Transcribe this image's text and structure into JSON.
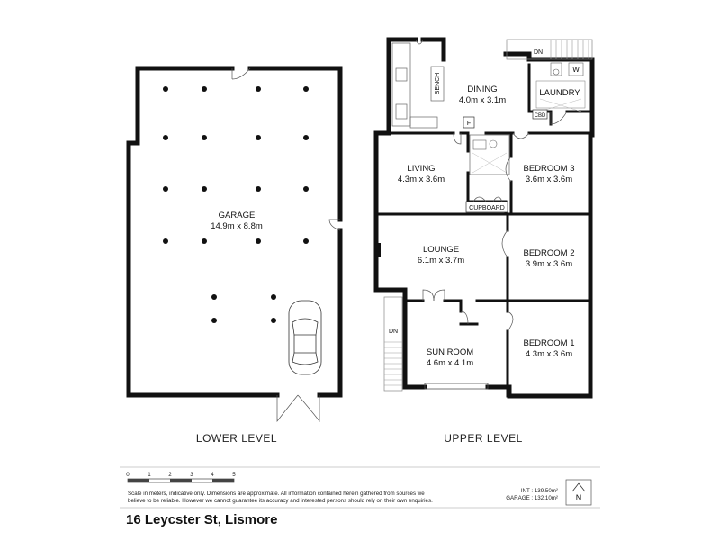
{
  "lower_level": {
    "label": "LOWER LEVEL",
    "garage": {
      "name": "GARAGE",
      "size": "14.9m x 8.8m"
    }
  },
  "upper_level": {
    "label": "UPPER LEVEL",
    "rooms": {
      "dining": {
        "name": "DINING",
        "size": "4.0m x 3.1m"
      },
      "laundry": {
        "name": "LAUNDRY"
      },
      "living": {
        "name": "LIVING",
        "size": "4.3m x 3.6m"
      },
      "bedroom3": {
        "name": "BEDROOM 3",
        "size": "3.6m x 3.6m"
      },
      "lounge": {
        "name": "LOUNGE",
        "size": "6.1m x 3.7m"
      },
      "bedroom2": {
        "name": "BEDROOM 2",
        "size": "3.9m x 3.6m"
      },
      "sunroom": {
        "name": "SUN ROOM",
        "size": "4.6m x 4.1m"
      },
      "bedroom1": {
        "name": "BEDROOM 1",
        "size": "4.3m x 3.6m"
      }
    },
    "fixtures": {
      "bench": "BENCH",
      "fridge": "F",
      "cupboard": "CUPBOARD",
      "cbd": "CBD",
      "washer": "W",
      "stairs_top": "DN",
      "stairs_left": "DN"
    }
  },
  "scale": {
    "ticks": [
      "0",
      "1",
      "2",
      "3",
      "4",
      "5"
    ]
  },
  "disclaimer": {
    "line1": "Scale in meters, indicative only. Dimensions are approximate. All information contained herein gathered from sources we",
    "line2": "believe to be reliable. However we cannot guarantee its accuracy and interested persons should rely on their own enquiries."
  },
  "areas": {
    "int": "INT : 139.50m²",
    "garage": "GARAGE : 132.10m²"
  },
  "compass": {
    "label": "N"
  },
  "address": "16 Leycster St, Lismore"
}
